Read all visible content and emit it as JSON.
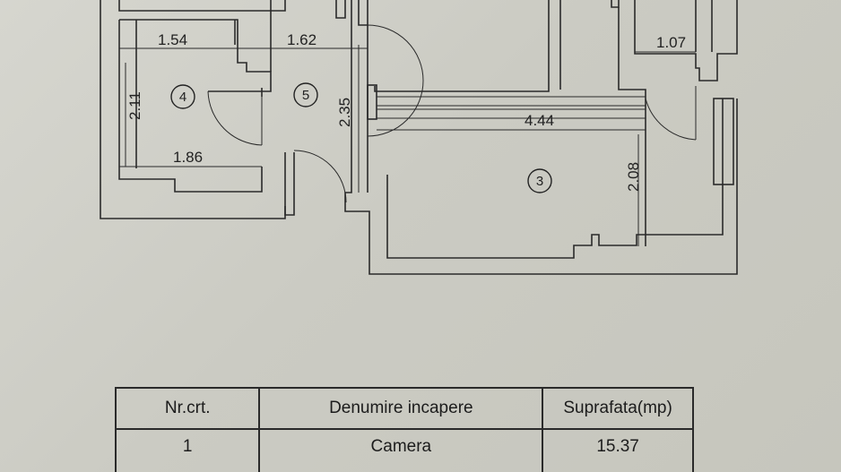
{
  "dimensions": {
    "d_154": "1.54",
    "d_162": "1.62",
    "d_211": "2.11",
    "d_186": "1.86",
    "d_235": "2.35",
    "d_444": "4.44",
    "d_208": "2.08",
    "d_107": "1.07"
  },
  "room_markers": {
    "r4": "4",
    "r5": "5",
    "r3": "3"
  },
  "table": {
    "headers": [
      "Nr.crt.",
      "Denumire incapere",
      "Suprafata(mp)"
    ],
    "rows": [
      {
        "nr": "1",
        "name": "Camera",
        "area": "15.37"
      }
    ]
  }
}
